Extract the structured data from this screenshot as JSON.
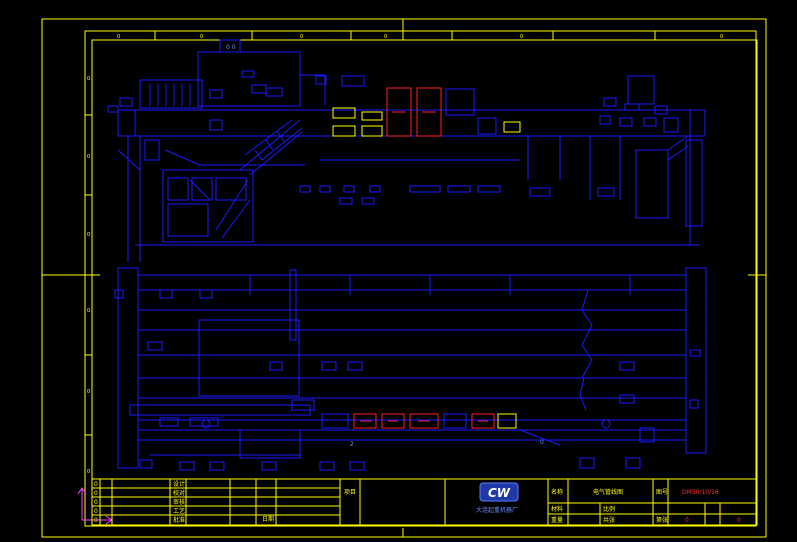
{
  "colors": {
    "frame": "#ffff00",
    "drawing": "#1a1aff",
    "highlight": "#ff2020",
    "text": "#ffffff",
    "background": "#000000"
  },
  "logo": {
    "mark": "CW",
    "company": "大连起重机器厂"
  },
  "title_block": {
    "drawing_name_label": "名称",
    "drawing_name": "电气管线图",
    "drawing_no_label": "图号",
    "drawing_no": "DM50/10/16",
    "material_label": "材料",
    "scale_label": "比例",
    "weight_label": "重量",
    "sheet_total_label": "共张",
    "sheet_label": "第张",
    "sheet_count": "0",
    "sheet_index": "0",
    "project_label": "项目",
    "date_label": "日期",
    "sign_rows": [
      "设计",
      "校对",
      "审核",
      "工艺",
      "批准"
    ],
    "mark_values": [
      "0",
      "0",
      "0",
      "0",
      "0"
    ]
  },
  "frame_numbers": {
    "top": [
      "0",
      "0",
      "0",
      "0",
      "0",
      "0"
    ],
    "left": [
      "0",
      "0",
      "0",
      "0",
      "0",
      "0"
    ]
  },
  "annotations": {
    "dim_top": "0 0",
    "dim_a": "2",
    "dim_b": "0"
  }
}
